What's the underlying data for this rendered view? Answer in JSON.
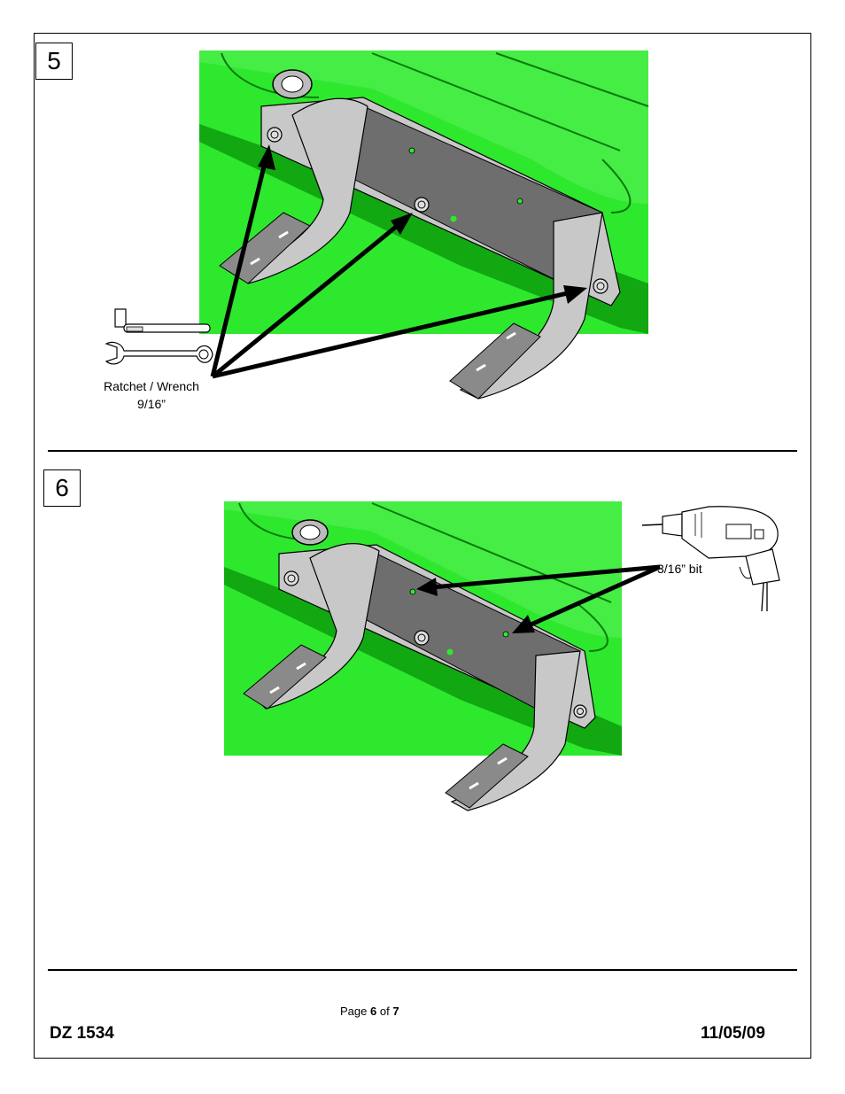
{
  "steps": [
    {
      "number": "5",
      "tool_label_line1": "Ratchet / Wrench",
      "tool_label_line2": "9/16”"
    },
    {
      "number": "6",
      "tool_label": "3/16” bit"
    }
  ],
  "footer": {
    "doc_id": "DZ 1534",
    "date": "11/05/09",
    "page_prefix": "Page",
    "page_current": "6",
    "page_of": "of",
    "page_total": "7"
  },
  "colors": {
    "tank_green": "#2ee82e",
    "tank_green_dark": "#12a812",
    "bracket_grey": "#c8c8c8",
    "bracket_dark": "#6e6e6e",
    "arrow": "#000000"
  }
}
